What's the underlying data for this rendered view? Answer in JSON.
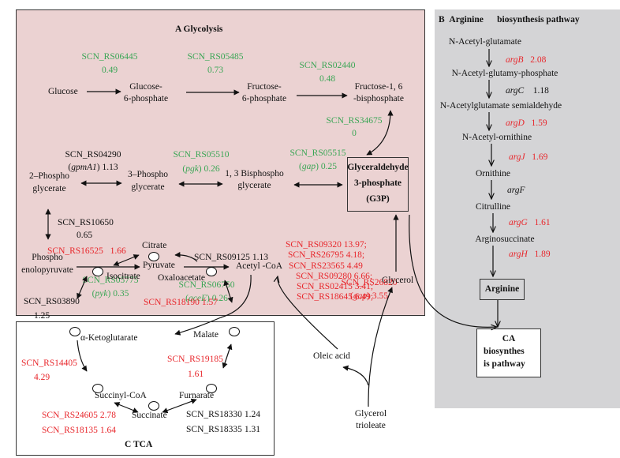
{
  "panel_a": {
    "title": "A    Glycolysis",
    "metabolites": {
      "glucose": "Glucose",
      "g6p_1": "Glucose-",
      "g6p_2": "6-phosphate",
      "f6p_1": "Fructose-",
      "f6p_2": "6-phosphate",
      "fbp_1": "Fructose-1, 6",
      "fbp_2": "-bisphosphate",
      "g3p_1": "Glyceraldehyde",
      "g3p_2": "3-phosphate",
      "g3p_3": "(G3P)",
      "bpg_1": "1, 3 Bisphospho",
      "bpg_2": "glycerate",
      "pg3_1": "3–Phospho",
      "pg3_2": "glycerate",
      "pg2_1": "2–Phospho",
      "pg2_2": "glycerate",
      "pep_1": "Phospho",
      "pep_2": "enolopyruvate",
      "pyruvate": "Pyruvate",
      "acetyl_coa": "Acetyl -CoA"
    },
    "enzymes": [
      {
        "id": "SCN_RS06445",
        "gene": "",
        "value": "0.49",
        "color": "green"
      },
      {
        "id": "SCN_RS05485",
        "gene": "",
        "value": "0.73",
        "color": "green"
      },
      {
        "id": "SCN_RS02440",
        "gene": "",
        "value": "0.48",
        "color": "green"
      },
      {
        "id": "SCN_RS34675",
        "gene": "",
        "value": "0",
        "color": "green"
      },
      {
        "id": "SCN_RS05515",
        "gene": "gap",
        "value": "0.25",
        "color": "green"
      },
      {
        "id": "SCN_RS05510",
        "gene": "pgk",
        "value": "0.26",
        "color": "green"
      },
      {
        "id": "SCN_RS04290",
        "gene": "gpmA1",
        "value": "1.13",
        "color": "black"
      },
      {
        "id": "SCN_RS10650",
        "gene": "",
        "value": "0.65",
        "color": "black"
      },
      {
        "id": "SCN_RS05775",
        "gene": "pyk",
        "value": "0.35",
        "color": "green"
      },
      {
        "id": "SCN_RS06750",
        "gene": "aceE",
        "value": "0.26",
        "color": "green"
      },
      {
        "id": "SCN_RS26820",
        "gene": "gap",
        "value": "3.55",
        "color": "red"
      }
    ]
  },
  "panel_b": {
    "title_letter": "B",
    "title_1": "Arginine",
    "title_2": "biosynthesis pathway",
    "metabolites": [
      "N-Acetyl-glutamate",
      "N-Acetyl-glutamy-phosphate",
      "N-Acetylglutamate semialdehyde",
      "N-Acetyl-ornithine",
      "Ornithine",
      "Citrulline",
      "Arginosuccinate",
      "Arginine"
    ],
    "steps": [
      {
        "gene": "argB",
        "value": "2.08",
        "color": "red"
      },
      {
        "gene": "argC",
        "value": "1.18",
        "color": "black"
      },
      {
        "gene": "argD",
        "value": "1.59",
        "color": "red"
      },
      {
        "gene": "argJ",
        "value": "1.69",
        "color": "red"
      },
      {
        "gene": "argF",
        "value": "",
        "color": "black"
      },
      {
        "gene": "argG",
        "value": "1.61",
        "color": "red"
      },
      {
        "gene": "argH",
        "value": "1.89",
        "color": "red"
      }
    ]
  },
  "panel_c": {
    "title": "C    TCA",
    "metabolites": {
      "citrate": "Citrate",
      "isocitrate": "Isocitrate",
      "oxaloacetate": "Oxaloacetate",
      "akg": "α-Ketoglutarate",
      "malate": "Malate",
      "succinyl_coa": "Succinyl-CoA",
      "furnarate": "Furnarate",
      "succinate": "Succinate"
    },
    "enzymes": {
      "rs16525": {
        "id": "SCN_RS16525",
        "value": "1.66"
      },
      "rs09125": {
        "id": "SCN_RS09125",
        "value": "1.13"
      },
      "rs03890": {
        "id": "SCN_RS03890",
        "value": "1.25"
      },
      "rs18190": {
        "id": "SCN_RS18190",
        "value": "1.57"
      },
      "rs14405": {
        "id": "SCN_RS14405",
        "value": "4.29"
      },
      "rs19185": {
        "id": "SCN_RS19185",
        "value": "1.61"
      },
      "rs24605": {
        "id": "SCN_RS24605",
        "value": "2.78"
      },
      "rs18135": {
        "id": "SCN_RS18135",
        "value": "1.64"
      },
      "rs18330": {
        "id": "SCN_RS18330",
        "value": "1.24"
      },
      "rs18335": {
        "id": "SCN_RS18335",
        "value": "1.31"
      }
    }
  },
  "lipid": {
    "enzymes": [
      "SCN_RS09320 13.97;",
      "SCN_RS26795 4.18;",
      "SCN_RS23565 4.49",
      "SCN_RS09280 6.66;",
      "SCN_RS02415 3.41;",
      "SCN_RS18645 6.49;"
    ],
    "glycerol": "Glycerol",
    "oleic_acid": "Oleic acid",
    "trioleate_1": "Glycerol",
    "trioleate_2": "trioleate"
  },
  "ca_box": {
    "line1": "CA",
    "line2": "biosynthes",
    "line3": "is pathway"
  },
  "colors": {
    "green": "#3aa655",
    "red": "#e8262b",
    "panel_a_bg": "#ebd2d2",
    "panel_b_bg": "#d4d4d6"
  }
}
